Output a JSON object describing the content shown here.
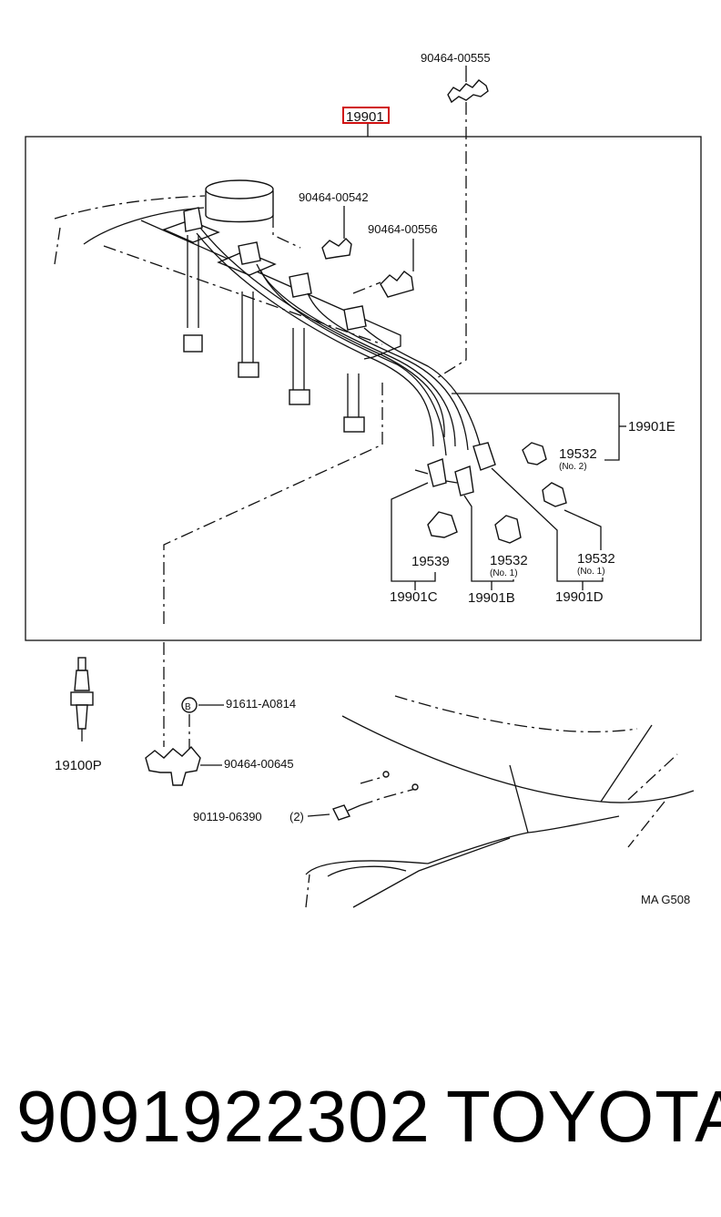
{
  "diagram": {
    "highlighted_ref": "19901",
    "labels": {
      "clamp_top": "90464-00555",
      "clamp_a": "90464-00542",
      "clamp_b": "90464-00556",
      "cord_e": "19901E",
      "holder_no2": "19532",
      "holder_no2_sub": "(No. 2)",
      "holder_c": "19539",
      "holder_b": "19532",
      "holder_b_sub": "(No. 1)",
      "holder_d": "19532",
      "holder_d_sub": "(No. 1)",
      "cord_c": "19901C",
      "cord_b": "19901B",
      "cord_d": "19901D",
      "spark_plug": "19100P",
      "bolt_b": "91611-A0814",
      "clamp_bottom": "90464-00645",
      "screw": "90119-06390",
      "screw_qty": "(2)",
      "bolt_marker": "B",
      "figure_code": "MA G508"
    },
    "highlight_color": "#d01010"
  },
  "footer": {
    "part_number": "9091922302",
    "brand": "TOYOTA"
  }
}
